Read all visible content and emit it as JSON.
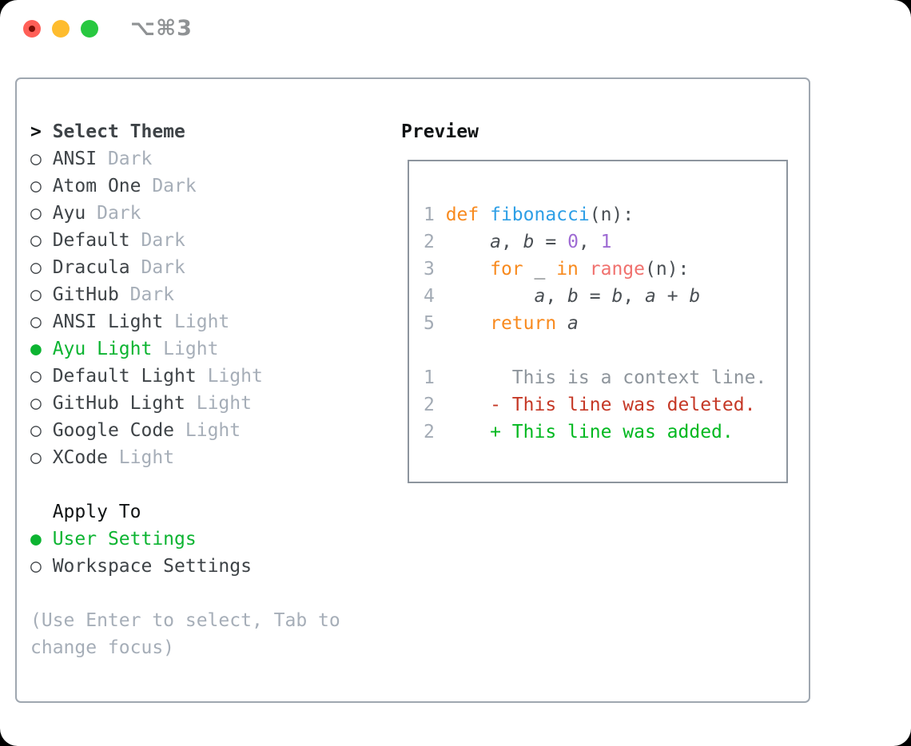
{
  "window": {
    "title": "⌥⌘3"
  },
  "markers": {
    "focused": ">",
    "selected": "●",
    "unselected": "○"
  },
  "palette": {
    "titlebar_title": "#8f9294",
    "close_btn": "#ff5f57",
    "close_dot": "#7a0d05",
    "minimize_btn": "#febc2e",
    "zoom_btn": "#28c840",
    "panel_border": "#9fa7b0",
    "box_border": "#8d959e",
    "heading": "#101314",
    "item_text": "#3e4347",
    "variant_text": "#a6aeb8",
    "marker": "#43474b",
    "selected_green": "#0cb431",
    "hint": "#a6aeb8",
    "ln": "#a3abb5",
    "kw": "#f88a1e",
    "fn": "#2e9fe6",
    "rg": "#f0716e",
    "num": "#9e6bd3",
    "code_def": "#4a4f54",
    "ctx": "#8e959c",
    "del": "#c53826",
    "add": "#00b81f"
  },
  "theme_picker": {
    "title": "Select Theme",
    "themes": [
      {
        "name": "ANSI",
        "variant": "Dark",
        "selected": false
      },
      {
        "name": "Atom One",
        "variant": "Dark",
        "selected": false
      },
      {
        "name": "Ayu",
        "variant": "Dark",
        "selected": false
      },
      {
        "name": "Default",
        "variant": "Dark",
        "selected": false
      },
      {
        "name": "Dracula",
        "variant": "Dark",
        "selected": false
      },
      {
        "name": "GitHub",
        "variant": "Dark",
        "selected": false
      },
      {
        "name": "ANSI Light",
        "variant": "Light",
        "selected": false
      },
      {
        "name": "Ayu Light",
        "variant": "Light",
        "selected": true
      },
      {
        "name": "Default Light",
        "variant": "Light",
        "selected": false
      },
      {
        "name": "GitHub Light",
        "variant": "Light",
        "selected": false
      },
      {
        "name": "Google Code",
        "variant": "Light",
        "selected": false
      },
      {
        "name": "XCode",
        "variant": "Light",
        "selected": false
      }
    ],
    "apply_to": {
      "title": "Apply To",
      "options": [
        {
          "label": "User Settings",
          "selected": true
        },
        {
          "label": "Workspace Settings",
          "selected": false
        }
      ]
    },
    "hint": "(Use Enter to select, Tab to change focus)"
  },
  "preview": {
    "title": "Preview",
    "lines": [
      [
        [
          "1 ",
          "ln"
        ],
        [
          "def ",
          "kw"
        ],
        [
          "fibonacci",
          "fn"
        ],
        [
          "(n):",
          "def"
        ]
      ],
      [
        [
          "2 ",
          "ln"
        ],
        [
          "    ",
          "def"
        ],
        [
          "a",
          "var"
        ],
        [
          ", ",
          "def"
        ],
        [
          "b",
          "var"
        ],
        [
          " = ",
          "def"
        ],
        [
          "0",
          "num"
        ],
        [
          ", ",
          "def"
        ],
        [
          "1",
          "num"
        ]
      ],
      [
        [
          "3 ",
          "ln"
        ],
        [
          "    ",
          "def"
        ],
        [
          "for",
          "kw"
        ],
        [
          " _ ",
          "def"
        ],
        [
          "in",
          "kw"
        ],
        [
          " ",
          "def"
        ],
        [
          "range",
          "rg"
        ],
        [
          "(n):",
          "def"
        ]
      ],
      [
        [
          "4 ",
          "ln"
        ],
        [
          "        ",
          "def"
        ],
        [
          "a",
          "var"
        ],
        [
          ", ",
          "def"
        ],
        [
          "b",
          "var"
        ],
        [
          " = ",
          "def"
        ],
        [
          "b",
          "var"
        ],
        [
          ", ",
          "def"
        ],
        [
          "a",
          "var"
        ],
        [
          " + ",
          "def"
        ],
        [
          "b",
          "var"
        ]
      ],
      [
        [
          "5 ",
          "ln"
        ],
        [
          "    ",
          "def"
        ],
        [
          "return",
          "kw"
        ],
        [
          " ",
          "def"
        ],
        [
          "a",
          "var"
        ]
      ],
      [],
      [
        [
          "1 ",
          "ln"
        ],
        [
          "      ",
          "def"
        ],
        [
          "This is a context line.",
          "ctx"
        ]
      ],
      [
        [
          "2 ",
          "ln"
        ],
        [
          "    ",
          "def"
        ],
        [
          "- This line was deleted.",
          "del"
        ]
      ],
      [
        [
          "2 ",
          "ln"
        ],
        [
          "    ",
          "def"
        ],
        [
          "+ This line was added.",
          "add"
        ]
      ]
    ]
  }
}
